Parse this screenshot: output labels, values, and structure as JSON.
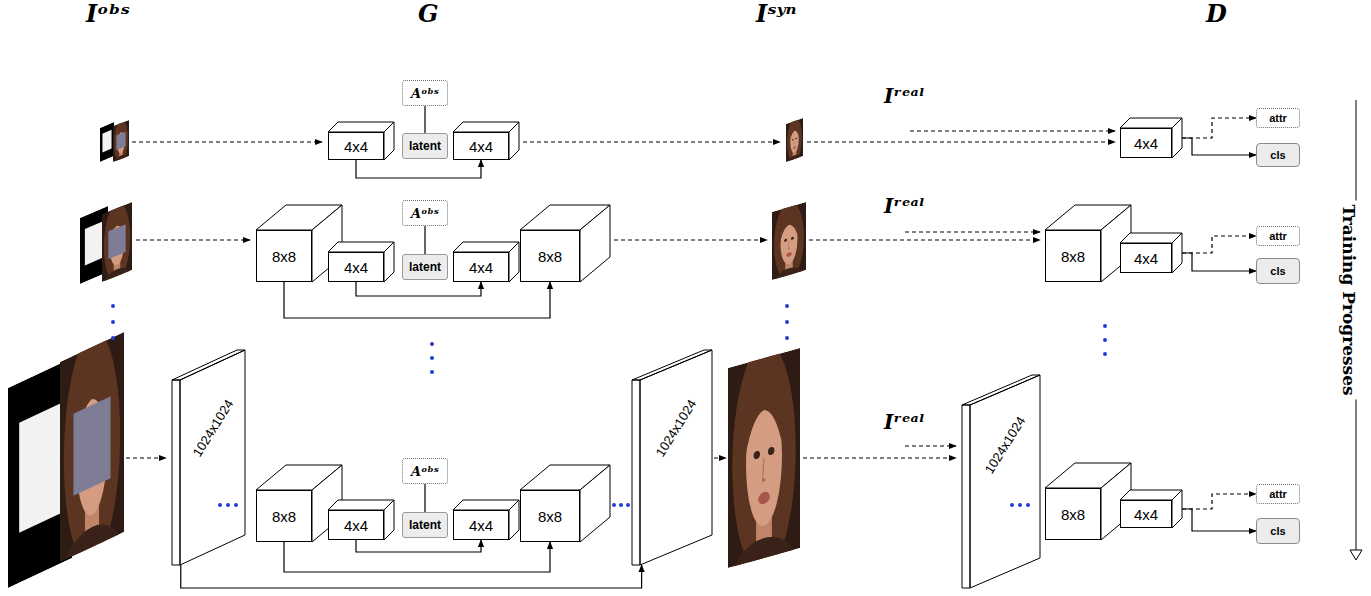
{
  "diagram": {
    "nodes": [
      {
        "text": [
          "4x4"
        ]
      },
      {
        "text": [
          "Aᵒᵇˢ"
        ]
      },
      {
        "text": [
          "latent"
        ]
      },
      {
        "text": [
          "4x4"
        ]
      },
      {
        "text": [
          "4x4"
        ]
      },
      {
        "text": [
          "attr"
        ]
      },
      {
        "text": [
          "cls"
        ]
      },
      {
        "text": [
          "8x8"
        ]
      },
      {
        "text": [
          "4x4"
        ]
      },
      {
        "text": [
          "Aᵒᵇˢ"
        ]
      },
      {
        "text": [
          "latent"
        ]
      },
      {
        "text": [
          "4x4"
        ]
      },
      {
        "text": [
          "8x8"
        ]
      },
      {
        "text": [
          "8x8"
        ]
      },
      {
        "text": [
          "4x4"
        ]
      },
      {
        "text": [
          "attr"
        ]
      },
      {
        "text": [
          "cls"
        ]
      },
      {
        "text": [
          "1024x1024"
        ]
      },
      {
        "text": [
          "8x8"
        ]
      },
      {
        "text": [
          "4x4"
        ]
      },
      {
        "text": [
          "Aᵒᵇˢ"
        ]
      },
      {
        "text": [
          "latent"
        ]
      },
      {
        "text": [
          "4x4"
        ]
      },
      {
        "text": [
          "8x8"
        ]
      },
      {
        "text": [
          "1024x1024"
        ]
      },
      {
        "text": [
          "1024x1024"
        ]
      },
      {
        "text": [
          "8x8"
        ]
      },
      {
        "text": [
          "4x4"
        ]
      },
      {
        "text": [
          "attr"
        ]
      },
      {
        "text": [
          "cls"
        ]
      }
    ],
    "edges": [
      {
        "from": 0,
        "to": 3,
        "arrow": "to"
      },
      {
        "from": 1,
        "to": 2,
        "arrow": "none"
      },
      {
        "from": 4,
        "to": 5,
        "arrow": "to"
      },
      {
        "from": 4,
        "to": 6,
        "arrow": "to"
      },
      {
        "from": 8,
        "to": 11,
        "arrow": "to"
      },
      {
        "from": 7,
        "to": 12,
        "arrow": "to"
      },
      {
        "from": 9,
        "to": 10,
        "arrow": "none"
      },
      {
        "from": 14,
        "to": 15,
        "arrow": "to"
      },
      {
        "from": 14,
        "to": 16,
        "arrow": "to"
      },
      {
        "from": 19,
        "to": 22,
        "arrow": "to"
      },
      {
        "from": 18,
        "to": 23,
        "arrow": "to"
      },
      {
        "from": 17,
        "to": 24,
        "arrow": "to"
      },
      {
        "from": 20,
        "to": 21,
        "arrow": "none"
      },
      {
        "from": 27,
        "to": 28,
        "arrow": "to"
      },
      {
        "from": 27,
        "to": 29,
        "arrow": "to"
      }
    ],
    "labels": [
      "Iᵒᵇˢ",
      "G",
      "Iˢʸⁿ",
      "D",
      "Iʳᵉᵃˡ",
      "Iʳᵉᵃˡ",
      "Iʳᵉᵃˡ",
      "Training Progresses"
    ]
  }
}
